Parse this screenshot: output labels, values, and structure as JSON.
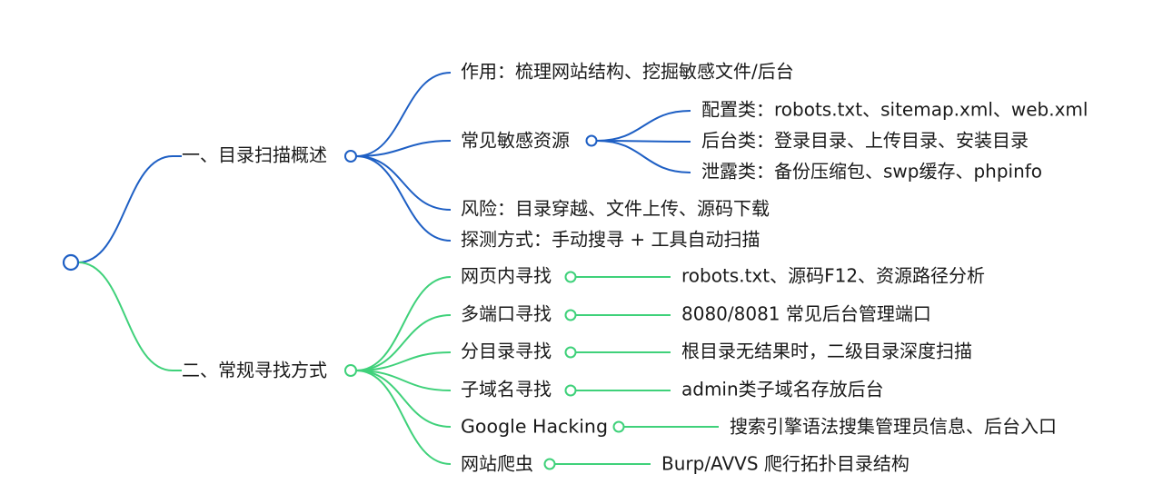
{
  "colors": {
    "blue": "#1e5fc4",
    "green": "#3fd17a",
    "text": "#1a1a1a"
  },
  "branch1": {
    "label": "一、目录扫描概述",
    "children": [
      {
        "label": "作用：梳理网站结构、挖掘敏感文件/后台"
      },
      {
        "label": "常见敏感资源",
        "children": [
          {
            "label": "配置类：robots.txt、sitemap.xml、web.xml"
          },
          {
            "label": "后台类：登录目录、上传目录、安装目录"
          },
          {
            "label": "泄露类：备份压缩包、swp缓存、phpinfo"
          }
        ]
      },
      {
        "label": "风险：目录穿越、文件上传、源码下载"
      },
      {
        "label": "探测方式：手动搜寻 + 工具自动扫描"
      }
    ]
  },
  "branch2": {
    "label": "二、常规寻找方式",
    "children": [
      {
        "label": "网页内寻找",
        "detail": "robots.txt、源码F12、资源路径分析"
      },
      {
        "label": "多端口寻找",
        "detail": "8080/8081 常见后台管理端口"
      },
      {
        "label": "分目录寻找",
        "detail": "根目录无结果时，二级目录深度扫描"
      },
      {
        "label": "子域名寻找",
        "detail": "admin类子域名存放后台"
      },
      {
        "label": "Google Hacking",
        "detail": "搜索引擎语法搜集管理员信息、后台入口"
      },
      {
        "label": "网站爬虫",
        "detail": "Burp/AVVS 爬行拓扑目录结构"
      }
    ]
  }
}
